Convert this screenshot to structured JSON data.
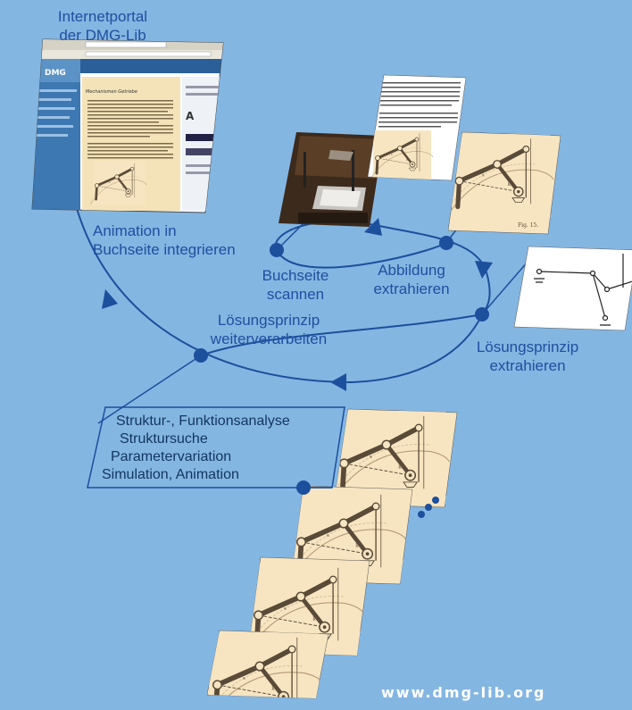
{
  "labels": {
    "portal": [
      "Internetportal",
      "der  DMG-Lib"
    ],
    "animation": [
      "Animation in",
      "Buchseite integrieren"
    ],
    "scan": [
      "Buchseite",
      "scannen"
    ],
    "figure": [
      "Abbildung",
      "extrahieren"
    ],
    "principle_extract": [
      "Lösungsprinzip",
      "extrahieren"
    ],
    "principle_process": [
      "Lösungsprinzip",
      "weiterverarbeiten"
    ],
    "analysis": [
      "Struktur-, Funktionsanalyse",
      "Struktursuche",
      "Parametervariation",
      "Simulation, Animation"
    ],
    "website": "www.dmg-lib.org"
  },
  "portal_thumbnail": {
    "logo": "DMG",
    "page_title": "Mechanismen Getriebe",
    "caption": "Fig. 15."
  },
  "colors": {
    "background": "#84b6e2",
    "accent": "#1f4fa0",
    "node": "#1c4f9c",
    "paper": "#f7e5c1",
    "sketch": "#5a4a38"
  }
}
